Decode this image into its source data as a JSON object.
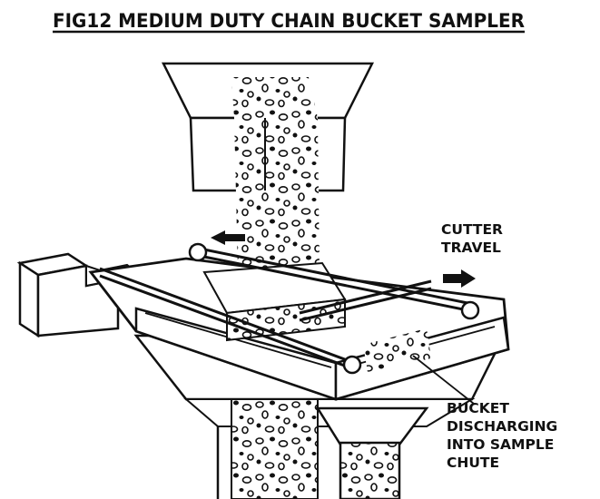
{
  "title": "FIG12 MEDIUM DUTY CHAIN  BUCKET  SAMPLER",
  "labels": {
    "cutter_travel": [
      "CUTTER",
      "TRAVEL"
    ],
    "bucket_discharging": [
      "BUCKET",
      "DISCHARGING",
      "INTO SAMPLE",
      "CHUTE"
    ]
  },
  "colors": {
    "ink": "#111111",
    "paper": "#ffffff"
  }
}
